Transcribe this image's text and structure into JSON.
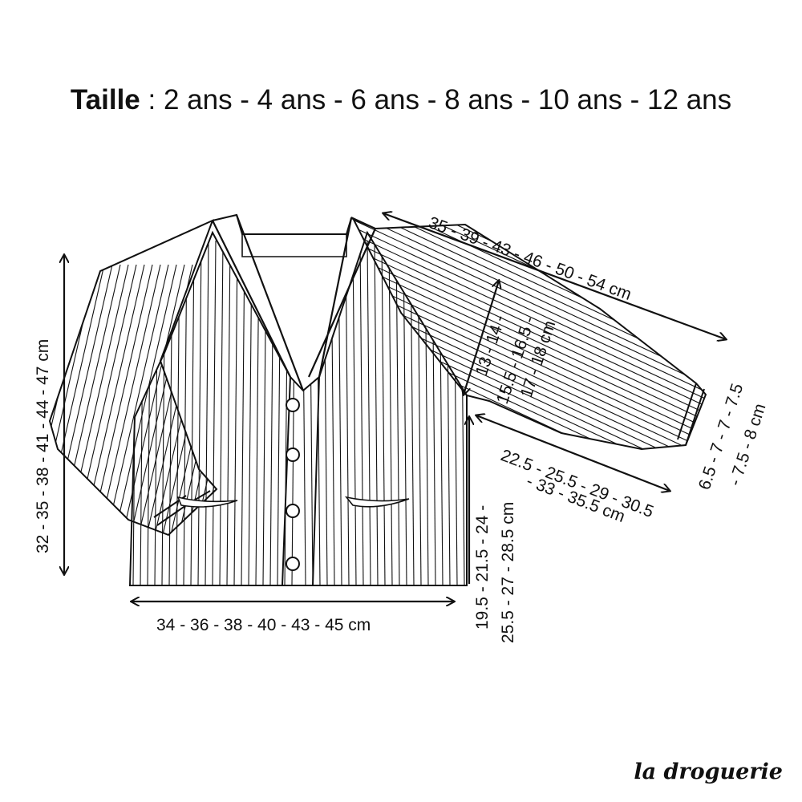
{
  "header": {
    "size_label": "Taille",
    "sizes": "2 ans - 4 ans - 6 ans - 8 ans - 10 ans - 12 ans"
  },
  "measurements": {
    "sleeve_length": "35 - 39 - 43 - 46 - 50 - 54 cm",
    "armhole_line1": "13 - 14 -",
    "armhole_line2": "15.5 - 16.5 -",
    "armhole_line3": "17 - 18 cm",
    "cuff_line1": "6.5 - 7 - 7 - 7.5",
    "cuff_line2": "- 7.5 - 8 cm",
    "chest_line1": "22.5 - 25.5 - 29 - 30.5",
    "chest_line2": "- 33 - 35.5 cm",
    "side_line1": "19.5 - 21.5 - 24 -",
    "side_line2": "25.5 - 27 - 28.5 cm",
    "total_length": "32 - 35 - 38 - 41 - 44 - 47 cm",
    "width": "34 - 36 - 38 - 40 - 43 - 45 cm"
  },
  "brand": "la droguerie"
}
